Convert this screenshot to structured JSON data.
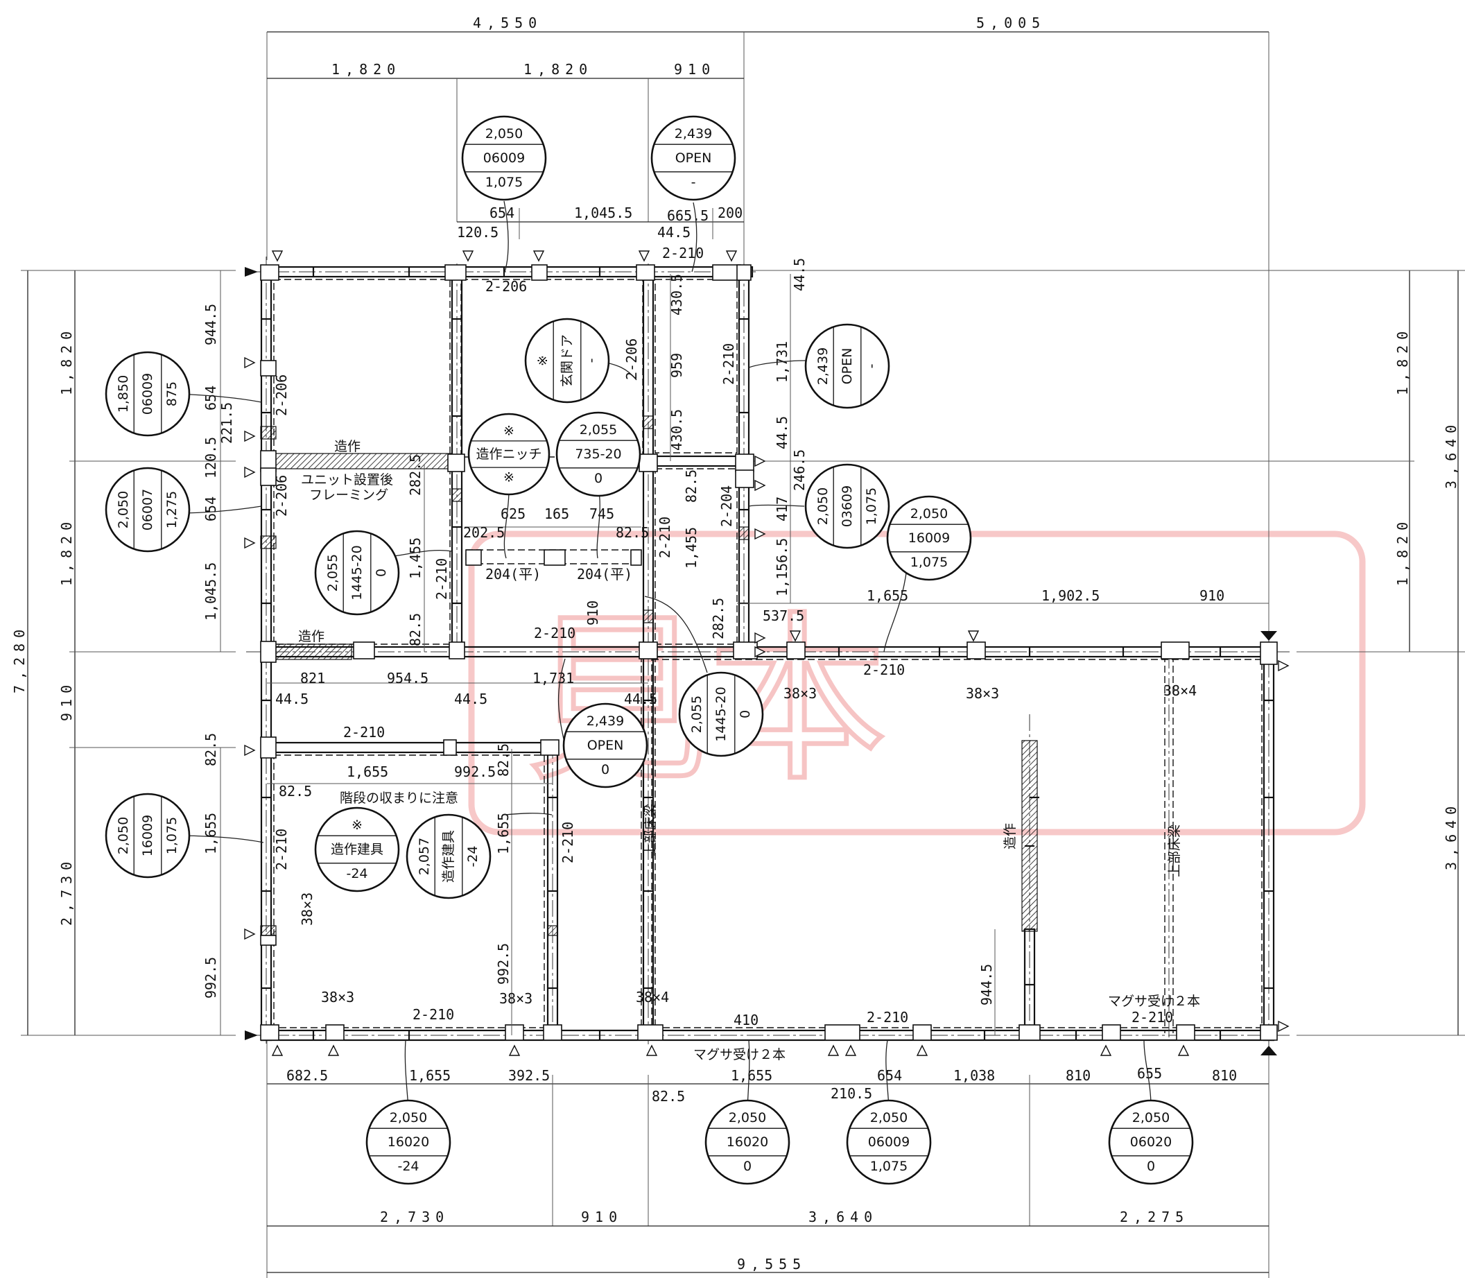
{
  "stamp": {
    "text": "見本",
    "color": "#f6c4c4"
  },
  "dims": {
    "top_overall": [
      "4,550",
      "5,005"
    ],
    "top_row2": [
      "1,820",
      "1,820",
      "910"
    ],
    "top_row3": [
      "654",
      "1,045.5",
      "120.5",
      "665.5",
      "200",
      "44.5"
    ],
    "left_rows": [
      "1,820",
      "1,820",
      "910",
      "2,730"
    ],
    "left_total": "7,280",
    "right_rows": [
      "1,820",
      "1,820"
    ],
    "right_mid": [
      "3,640",
      "3,640"
    ],
    "bottom_row1": [
      "682.5",
      "1,655",
      "392.5",
      "82.5",
      "1,655",
      "210.5",
      "654",
      "1,038",
      "810",
      "655",
      "810"
    ],
    "bottom_row2": [
      "2,730",
      "910",
      "3,640",
      "2,275"
    ],
    "bottom_total": "9,555",
    "inner": {
      "d944": "944.5",
      "d654a": "654",
      "d221": "221.5",
      "d120": "120.5",
      "d654b": "654",
      "d1045": "1,045.5",
      "d282a": "282.5",
      "d1455a": "1,455",
      "d825a": "82.5",
      "d625": "625",
      "d165": "165",
      "d745": "745",
      "d2025": "202.5",
      "d825b": "82.5",
      "d4305a": "430.5",
      "d959": "959",
      "d4305b": "430.5",
      "d825c": "82.5",
      "d1455b": "1,455",
      "d910": "910",
      "d2825": "282.5",
      "d1731v": "1,731",
      "d445": "44.5",
      "d2465": "246.5",
      "d417": "417",
      "d11565": "1,156.5",
      "d5375": "537.5",
      "d1655r": "1,655",
      "d19025": "1,902.5",
      "d910r": "910",
      "d821": "821",
      "d9545": "954.5",
      "d1731h": "1,731",
      "d445a": "44.5",
      "d445b": "44.5",
      "d445c": "44.5",
      "d825d": "82.5",
      "d825e": "82.5",
      "d1655c": "1,655",
      "d9925a": "992.5",
      "d825f": "82.5",
      "d1655l": "1,655",
      "d9925l": "992.5",
      "d1655m": "1,655",
      "d9925m": "992.5",
      "d9445": "944.5",
      "d410": "410",
      "d445top": "44.5"
    }
  },
  "labels": {
    "z1": "造作",
    "z2": "造作",
    "unit1": "ユニット設置後",
    "unit2": "フレーミング",
    "stairs": "階段の収まりに注意",
    "zv": "造作",
    "beam1": "上部床梁",
    "beam2": "上部床梁",
    "magusa1": "マグサ受け２本",
    "magusa2": "マグサ受け２本",
    "w206a": "2-206",
    "w206b": "2-206",
    "w206c": "2-206",
    "w206d": "2-206",
    "w210a": "2-210",
    "w210b": "2-210",
    "w210c": "2-210",
    "w210d": "2-210",
    "w210e": "2-210",
    "w210f": "2-210",
    "w210g": "2-210",
    "w210h": "2-210",
    "w210i": "2-210",
    "w210j": "2-210",
    "w210k": "2-210",
    "w210l": "2-210",
    "w210m": "2-210",
    "w204": "2-204",
    "p1": "204(平)",
    "p2": "204(平)",
    "s383a": "38×3",
    "s383b": "38×3",
    "s384a": "38×4",
    "s383c": "38×3",
    "s383d": "38×3",
    "s383e": "38×3",
    "s384b": "38×4"
  },
  "tags": [
    {
      "id": "t1",
      "top": "2,050",
      "mid": "06009",
      "bot": "1,075"
    },
    {
      "id": "t2",
      "top": "2,439",
      "mid": "OPEN",
      "bot": "-"
    },
    {
      "id": "t3",
      "top": "※",
      "mid": "玄関ドア",
      "bot": "-"
    },
    {
      "id": "t4",
      "top": "2,439",
      "mid": "OPEN",
      "bot": "-"
    },
    {
      "id": "t5",
      "top": "1,850",
      "mid": "06009",
      "bot": "875"
    },
    {
      "id": "t6",
      "top": "※",
      "mid": "造作ニッチ",
      "bot": "※"
    },
    {
      "id": "t7",
      "top": "2,055",
      "mid": "735-20",
      "bot": "0"
    },
    {
      "id": "t8",
      "top": "2,050",
      "mid": "06007",
      "bot": "1,275"
    },
    {
      "id": "t9",
      "top": "2,050",
      "mid": "03609",
      "bot": "1,075"
    },
    {
      "id": "t10",
      "top": "2,050",
      "mid": "16009",
      "bot": "1,075"
    },
    {
      "id": "t11",
      "top": "2,055",
      "mid": "1445-20",
      "bot": "0"
    },
    {
      "id": "t12",
      "top": "2,055",
      "mid": "1445-20",
      "bot": "0"
    },
    {
      "id": "t13",
      "top": "2,439",
      "mid": "OPEN",
      "bot": "0"
    },
    {
      "id": "t14",
      "top": "2,050",
      "mid": "16009",
      "bot": "1,075"
    },
    {
      "id": "t15",
      "top": "※",
      "mid": "造作建具",
      "bot": "-24"
    },
    {
      "id": "t16",
      "top": "2,057",
      "mid": "造作建具",
      "bot": "-24"
    },
    {
      "id": "t17",
      "top": "2,050",
      "mid": "16020",
      "bot": "-24"
    },
    {
      "id": "t18",
      "top": "2,050",
      "mid": "16020",
      "bot": "0"
    },
    {
      "id": "t19",
      "top": "2,050",
      "mid": "06009",
      "bot": "1,075"
    },
    {
      "id": "t20",
      "top": "2,050",
      "mid": "06020",
      "bot": "0"
    }
  ]
}
